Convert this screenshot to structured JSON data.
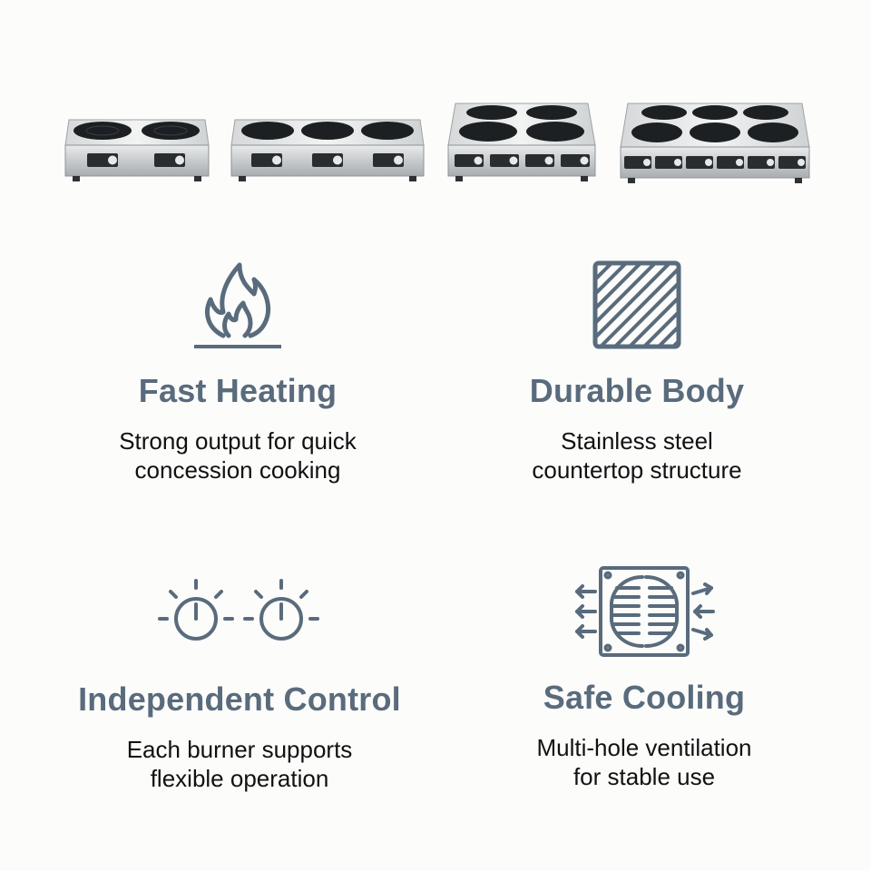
{
  "products": [
    {
      "name": "double-burner-induction-cooker",
      "burners": 2,
      "layout": "row"
    },
    {
      "name": "triple-burner-induction-cooker",
      "burners": 3,
      "layout": "row"
    },
    {
      "name": "four-burner-induction-cooker",
      "burners": 4,
      "layout": "grid"
    },
    {
      "name": "six-burner-induction-cooker",
      "burners": 6,
      "layout": "grid"
    }
  ],
  "colors": {
    "accent": "#596b7c",
    "text": "#111111",
    "background": "#fcfcfb"
  },
  "features": [
    {
      "icon": "flame-icon",
      "title": "Fast Heating",
      "desc_line1": "Strong output for quick",
      "desc_line2": "concession cooking"
    },
    {
      "icon": "stainless-plate-icon",
      "title": "Durable Body",
      "desc_line1": "Stainless steel",
      "desc_line2": "countertop structure"
    },
    {
      "icon": "control-knobs-icon",
      "title": "Independent Control",
      "desc_line1": "Each burner supports",
      "desc_line2": "flexible operation"
    },
    {
      "icon": "vent-fan-icon",
      "title": "Safe Cooling",
      "desc_line1": "Multi-hole ventilation",
      "desc_line2": "for stable use"
    }
  ]
}
